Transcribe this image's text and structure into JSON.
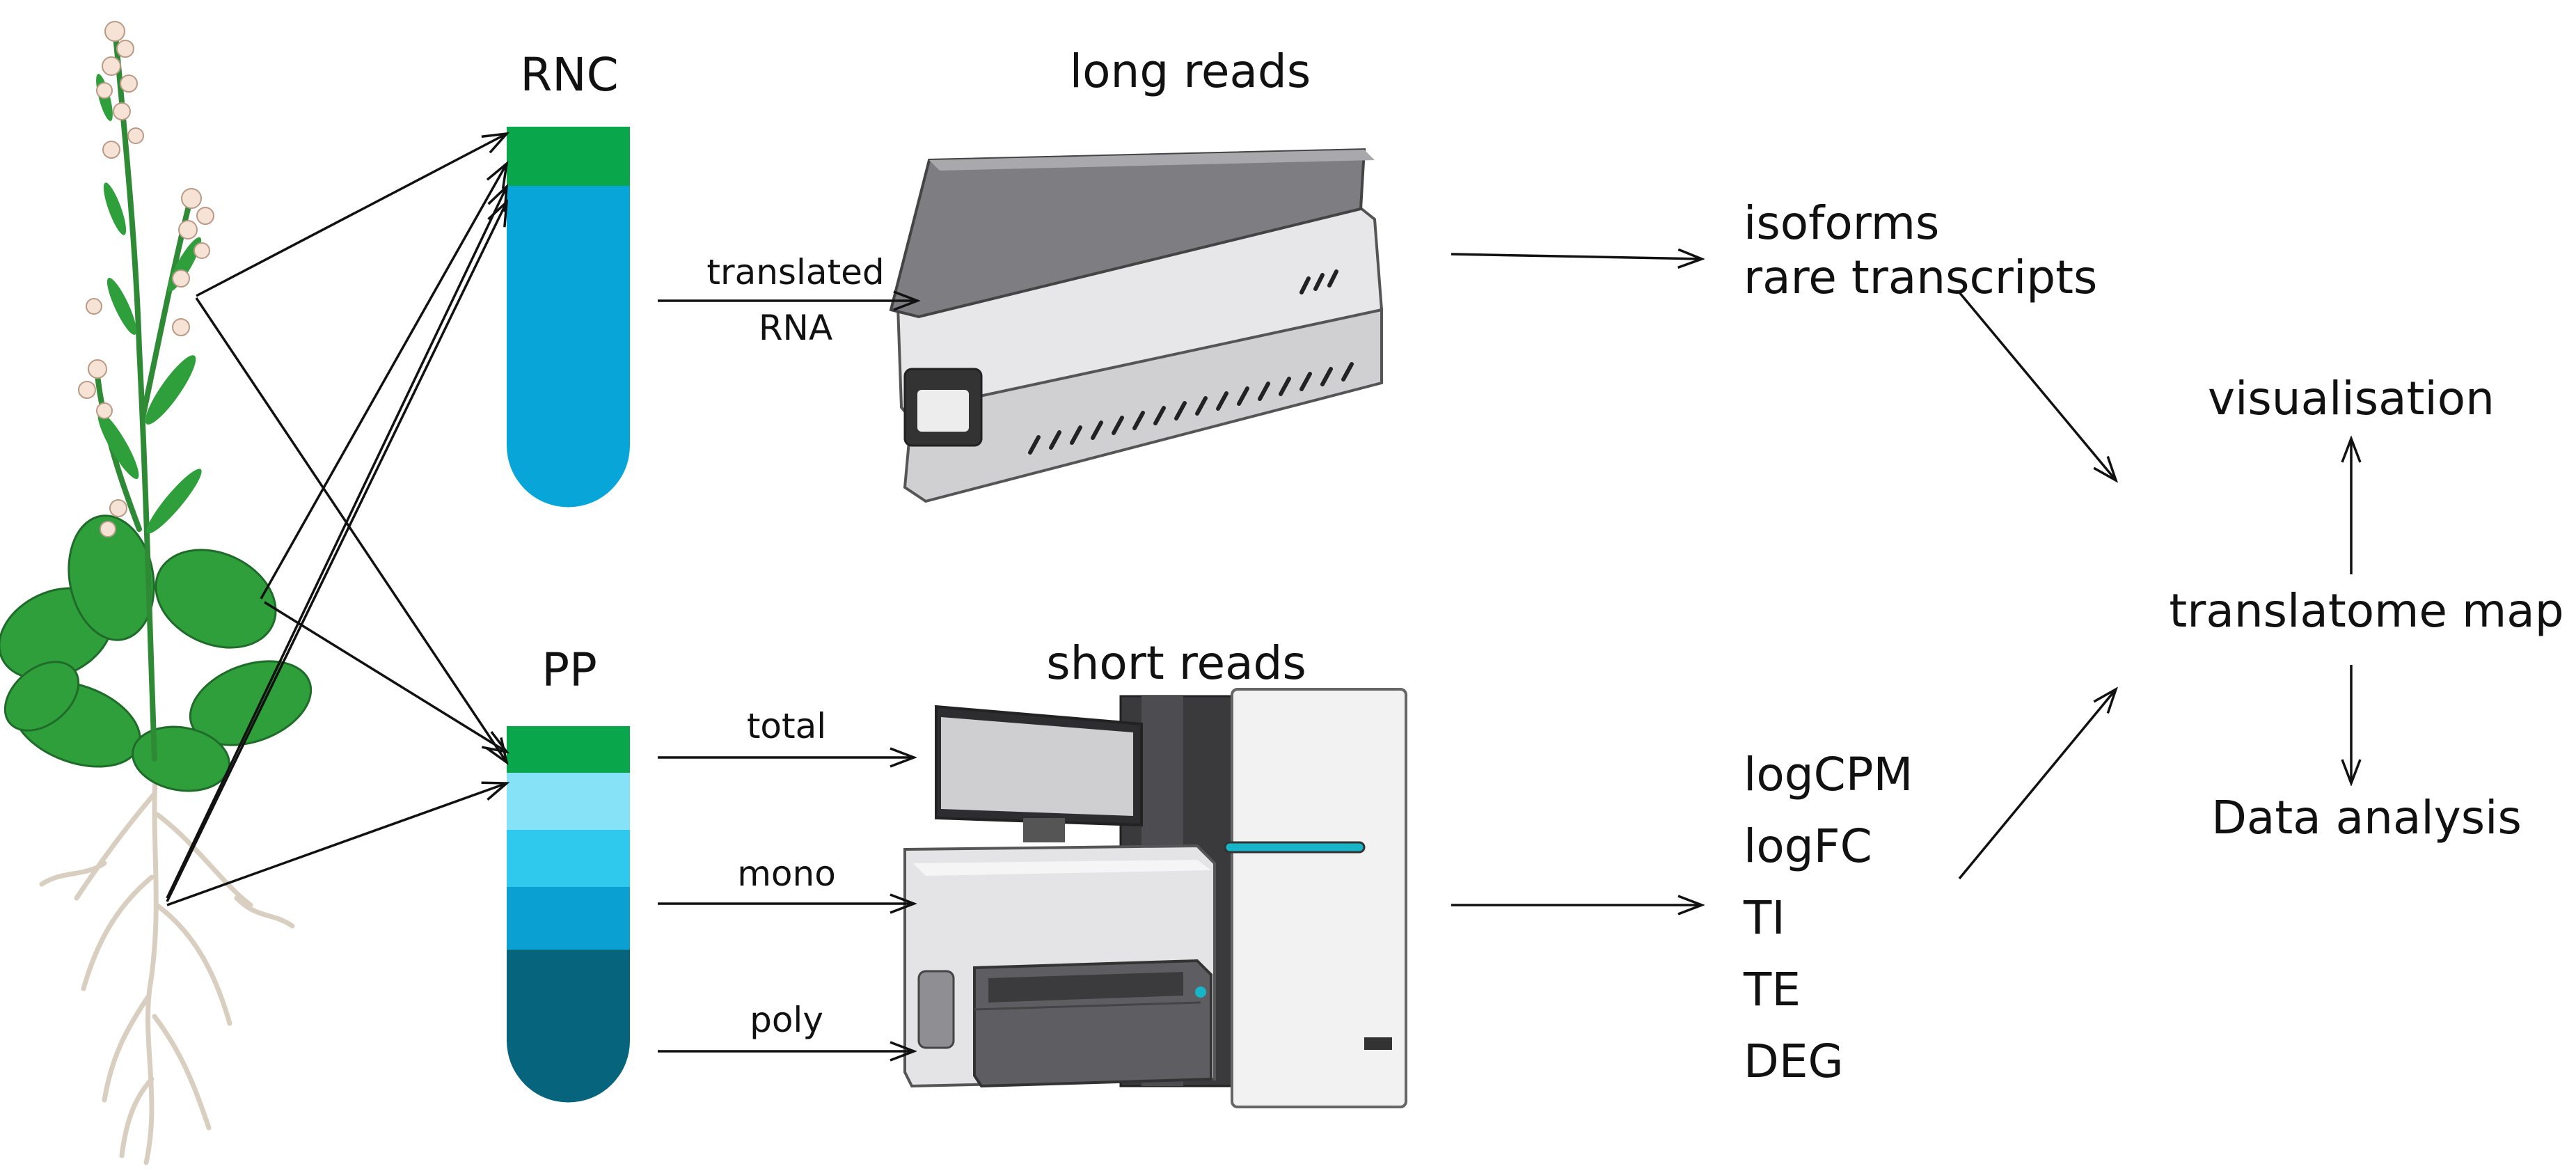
{
  "labels": {
    "rnc": "RNC",
    "pp": "PP",
    "long_reads": "long reads",
    "short_reads": "short reads",
    "translated": "translated",
    "rna": "RNA",
    "total": "total",
    "mono": "mono",
    "poly": "poly",
    "isoforms": "isoforms",
    "rare_transcripts": "rare transcripts",
    "visualisation": "visualisation",
    "translatome_map": "translatome map",
    "data_analysis": "Data analysis"
  },
  "metrics": [
    "logCPM",
    "logFC",
    "TI",
    "TE",
    "DEG"
  ],
  "colors": {
    "rnc_top": "#0aa64b",
    "rnc_body": "#08a6d8",
    "pp_band1": "#0aa64b",
    "pp_band2": "#86e3f7",
    "pp_band3": "#2fc9ee",
    "pp_band4": "#0aa1d2",
    "pp_band5": "#06647d",
    "leaf": "#2e9f3a",
    "arrow": "#111111"
  }
}
